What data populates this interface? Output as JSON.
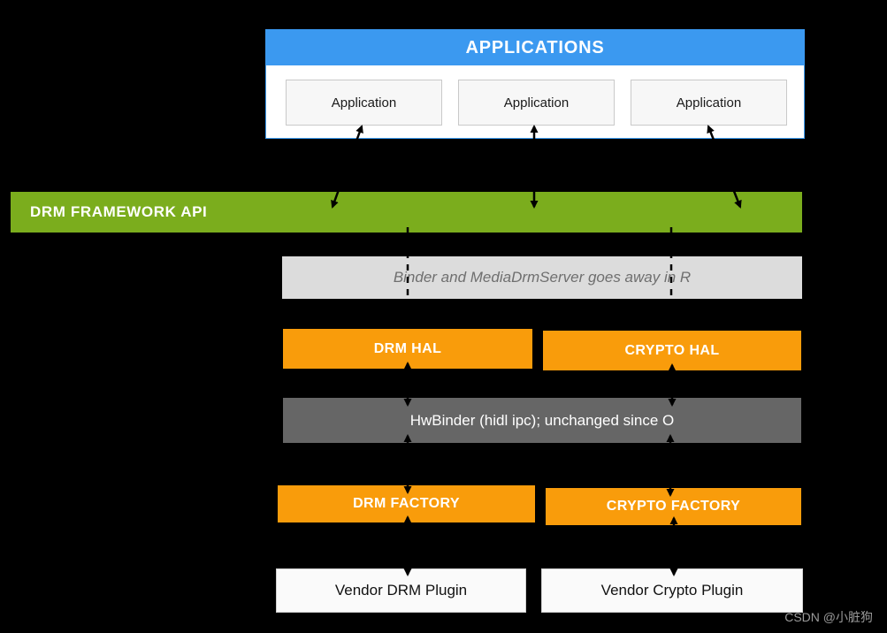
{
  "diagram": {
    "applications": {
      "header": "APPLICATIONS",
      "apps": [
        "Application",
        "Application",
        "Application"
      ]
    },
    "framework_bar": {
      "label": "DRM FRAMEWORK API"
    },
    "binder_note": {
      "label": "Binder and MediaDrmServer  goes away in R"
    },
    "hal": {
      "drm": "DRM HAL",
      "crypto": "CRYPTO HAL"
    },
    "hwbinder": {
      "label": "HwBinder (hidl ipc); unchanged since O"
    },
    "factory": {
      "drm": "DRM FACTORY",
      "crypto": "CRYPTO FACTORY"
    },
    "plugins": {
      "drm": "Vendor DRM Plugin",
      "crypto": "Vendor Crypto Plugin"
    },
    "watermark": "CSDN @小脏狗",
    "colors": {
      "background": "#000000",
      "blue": "#3b99f0",
      "green": "#7bad1d",
      "orange": "#f99c0b",
      "dark_gray": "#666666",
      "light_gray": "#dcdcdc",
      "note_text": "#6f6f6f",
      "watermark_text": "#9a9a9a"
    }
  }
}
